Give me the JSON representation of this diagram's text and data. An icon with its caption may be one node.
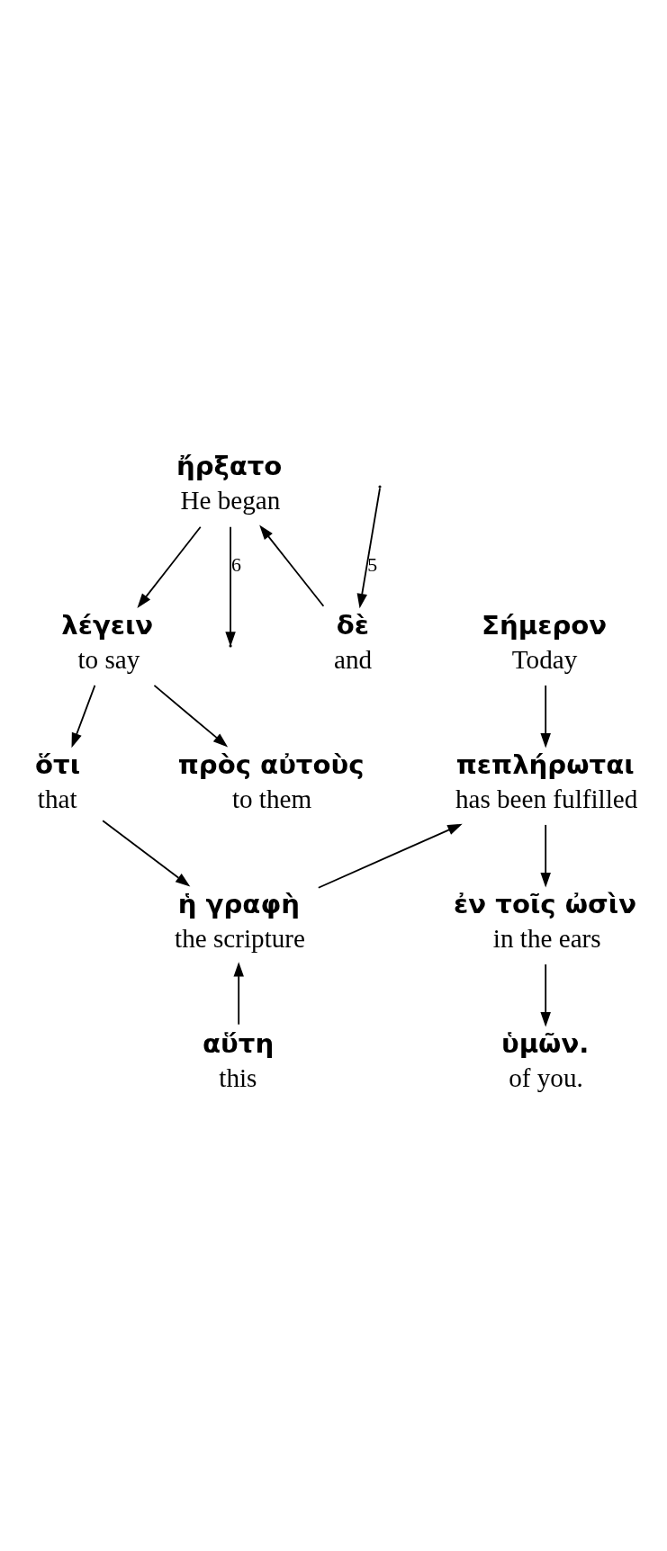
{
  "diagram": {
    "nodes": [
      {
        "text": [
          "ἤρξατο",
          "He began"
        ]
      },
      {
        "text": [
          "δὲ",
          "and"
        ]
      },
      {
        "text": [
          "λέγειν",
          "to say"
        ]
      },
      {
        "text": [
          "πρὸς αὐτοὺς",
          "to them"
        ]
      },
      {
        "text": [
          "ὅτι",
          "that"
        ]
      },
      {
        "text": [
          "Σήμερον",
          "Today"
        ]
      },
      {
        "text": [
          "πεπλήρωται",
          "has been fulfilled"
        ]
      },
      {
        "text": [
          "ἡ γραφὴ",
          "the scripture"
        ]
      },
      {
        "text": [
          "αὕτη",
          "this"
        ]
      },
      {
        "text": [
          "ἐν τοῖς ὠσὶν",
          "in the ears"
        ]
      },
      {
        "text": [
          "ὑμῶν.",
          "of you."
        ]
      }
    ],
    "edges": [
      {
        "from": null,
        "to": 1,
        "arrow": "to",
        "label": "5"
      },
      {
        "from": 1,
        "to": 0,
        "arrow": "to"
      },
      {
        "from": 0,
        "to": 2,
        "arrow": "to"
      },
      {
        "from": 0,
        "to": null,
        "arrow": "to",
        "label": "6"
      },
      {
        "from": 2,
        "to": 3,
        "arrow": "to"
      },
      {
        "from": 2,
        "to": 4,
        "arrow": "to"
      },
      {
        "from": 5,
        "to": 6,
        "arrow": "to"
      },
      {
        "from": 4,
        "to": 7,
        "arrow": "to"
      },
      {
        "from": 7,
        "to": 6,
        "arrow": "to"
      },
      {
        "from": 8,
        "to": 7,
        "arrow": "to"
      },
      {
        "from": 6,
        "to": 9,
        "arrow": "to"
      },
      {
        "from": 9,
        "to": 10,
        "arrow": "to"
      }
    ]
  }
}
